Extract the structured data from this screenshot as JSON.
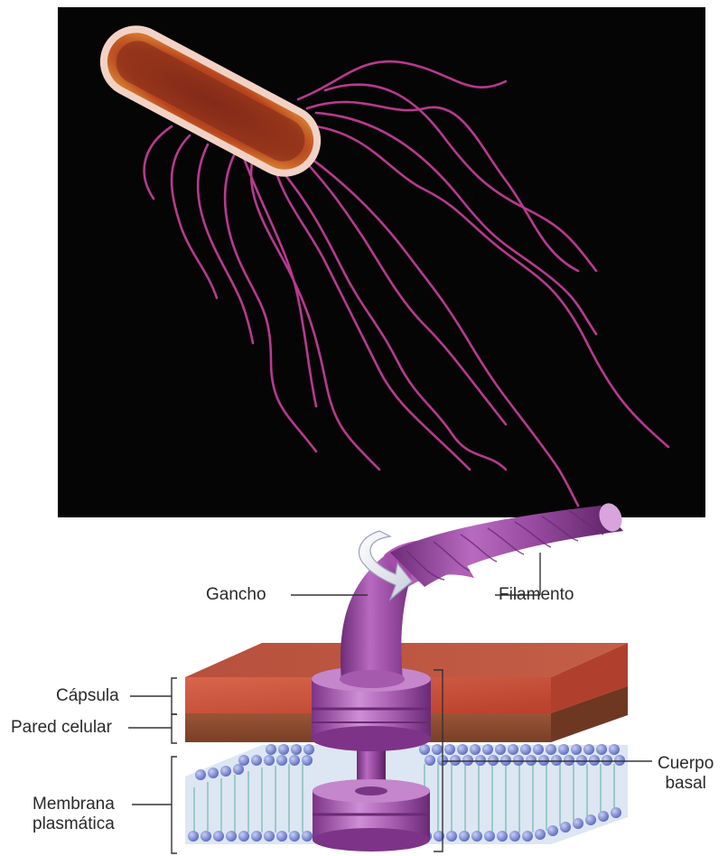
{
  "labels": {
    "gancho": "Gancho",
    "filamento": "Filamento",
    "capsula": "Cápsula",
    "pared": "Pared celular",
    "membrana": [
      "Membrana",
      "plasmática"
    ],
    "cuerpo": [
      "Cuerpo",
      "basal"
    ]
  },
  "colors": {
    "background_top": "#050505",
    "bacterium_body": "#b23a1e",
    "bacterium_rim": "#f3d2c6",
    "flagella": "#c23d96",
    "flagellum_3d": "#a34aa6",
    "capsule": "#c8533d",
    "cell_wall": "#8a4a2f",
    "membrane_heads": "#6f7fd1",
    "membrane_tails": "#7fbfb6",
    "arrow": "#eef0f6",
    "leader": "#333333"
  }
}
